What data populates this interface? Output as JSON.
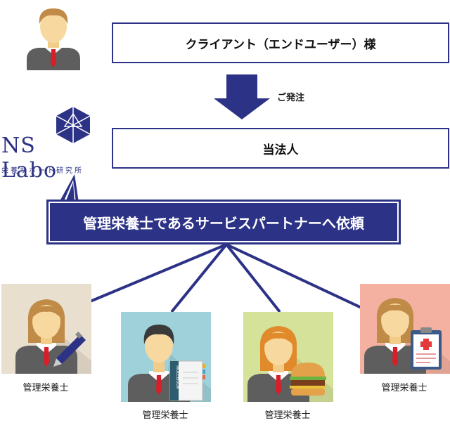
{
  "client_box": {
    "label": "クライアント（エンドユーザー）様"
  },
  "arrow": {
    "label": "ご発注"
  },
  "org_box": {
    "label": "当法人"
  },
  "logo": {
    "wordmark": "NS Labo",
    "subtitle": "栄養サポート研究所"
  },
  "request_banner": {
    "label": "管理栄養士であるサービスパートナーへ依頼"
  },
  "partners": [
    {
      "caption": "管理栄養士",
      "bg": "#e9dfcf",
      "prop": "pen-icon"
    },
    {
      "caption": "管理栄養士",
      "bg": "#9fd1da",
      "prop": "notebook-icon",
      "prop_text": "NoteBook"
    },
    {
      "caption": "管理栄養士",
      "bg": "#d5e29a",
      "prop": "burger-icon"
    },
    {
      "caption": "管理栄養士",
      "bg": "#f4b0a0",
      "prop": "clipboard-icon"
    }
  ],
  "colors": {
    "brand_navy": "#2c3286",
    "skin": "#f7d9a0",
    "hair_brown": "#c08a47",
    "hair_dark": "#3a3a3a",
    "suit": "#5e5e5e",
    "tie": "#d81e28"
  }
}
